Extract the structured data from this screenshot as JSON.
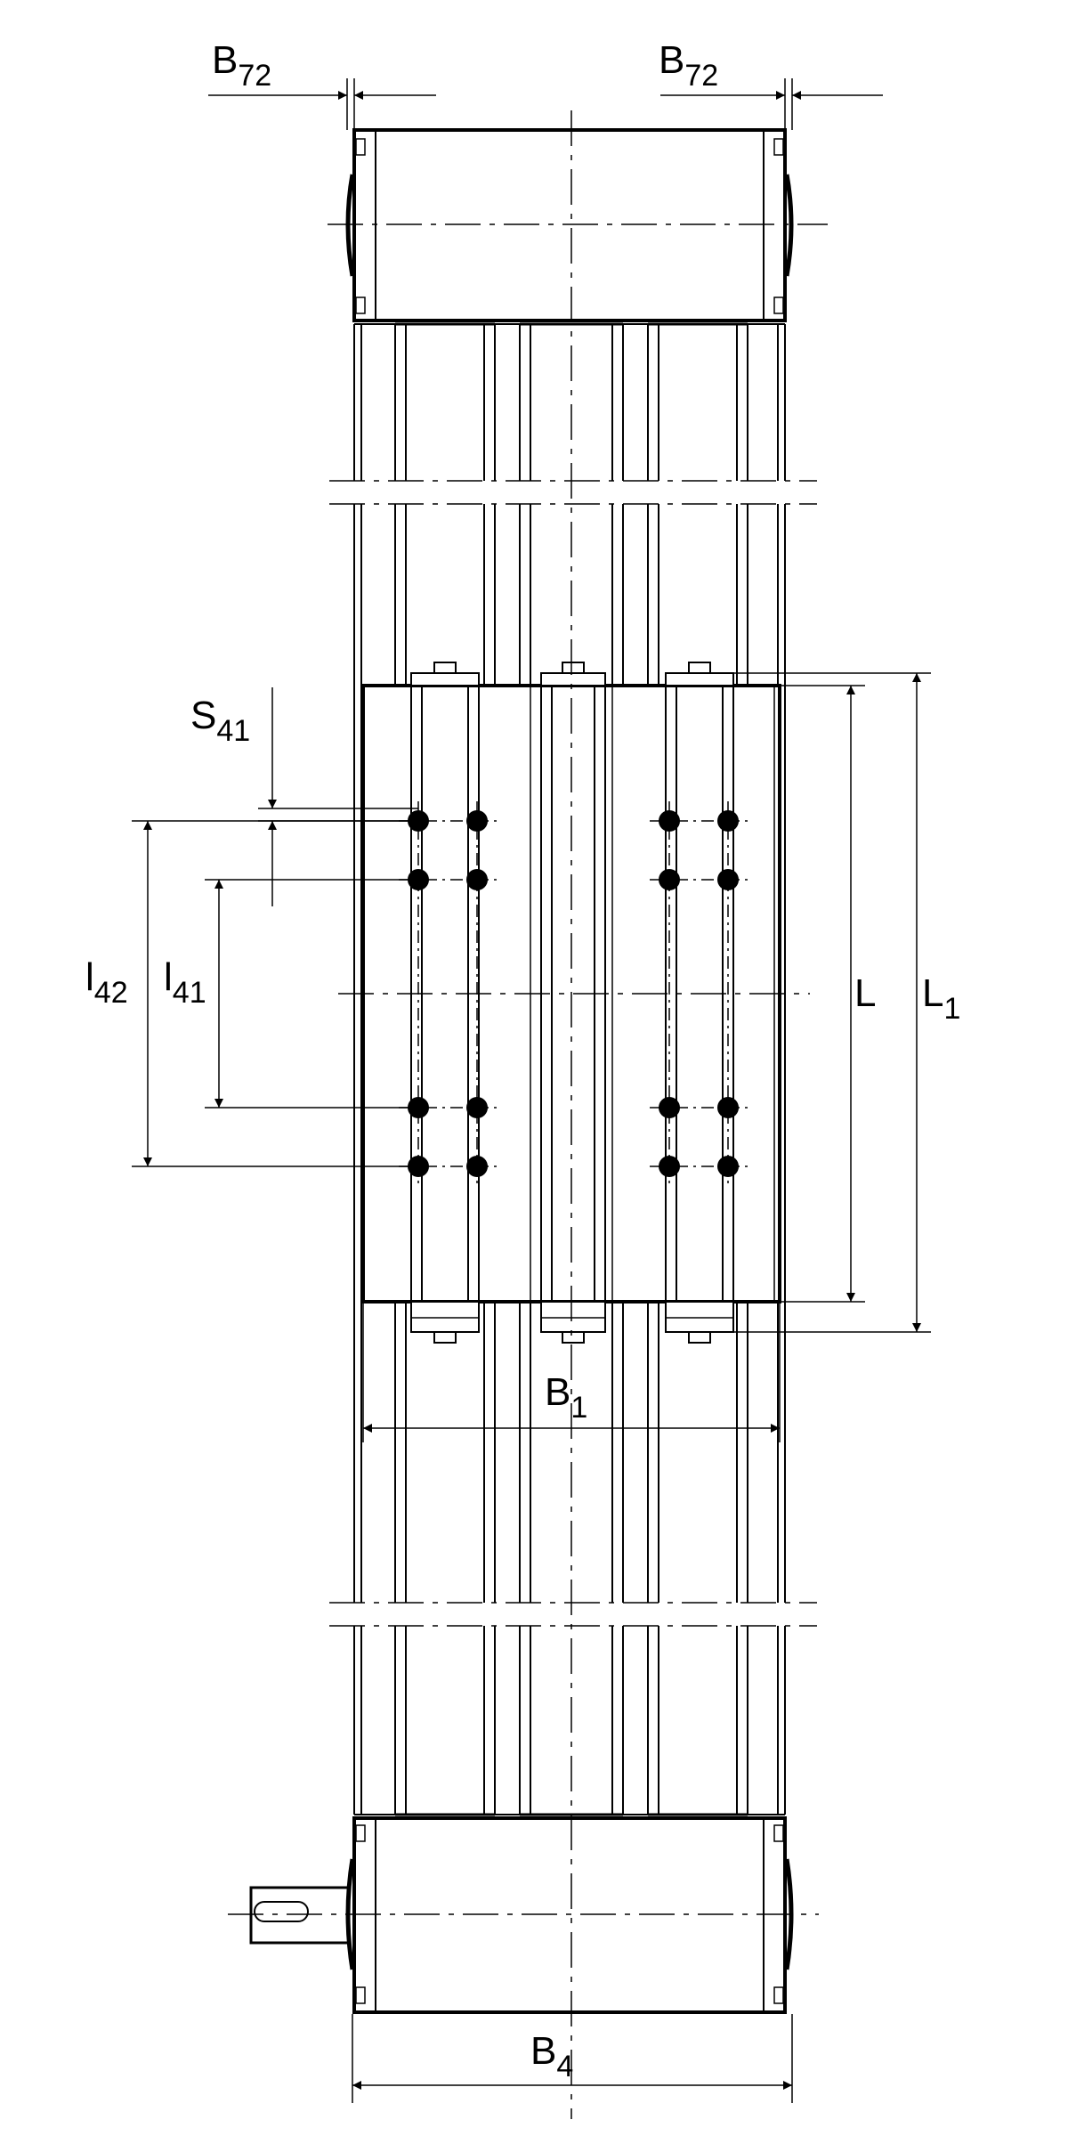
{
  "drawing": {
    "style": {
      "line_color": "#000000",
      "background": "#ffffff",
      "centerline": "dash-dot"
    },
    "labels": {
      "b72_left": {
        "main": "B",
        "sub": "72"
      },
      "b72_right": {
        "main": "B",
        "sub": "72"
      },
      "s41": {
        "main": "S",
        "sub": "41"
      },
      "l42": {
        "main": "l",
        "sub": "42"
      },
      "l41": {
        "main": "l",
        "sub": "41"
      },
      "l": {
        "main": "L",
        "sub": ""
      },
      "l1": {
        "main": "L",
        "sub": "1"
      },
      "b1": {
        "main": "B",
        "sub": "1"
      },
      "b4": {
        "main": "B",
        "sub": "4"
      }
    }
  }
}
